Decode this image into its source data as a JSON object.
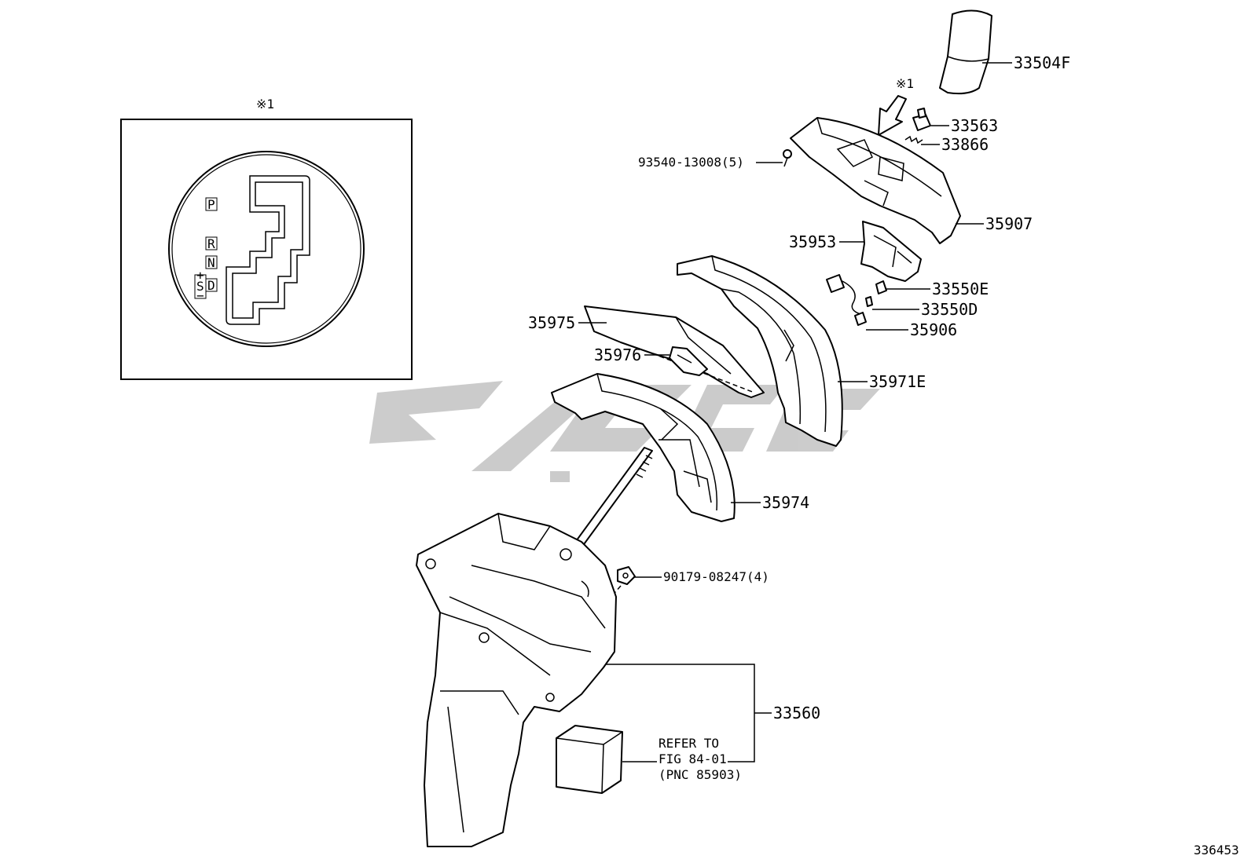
{
  "watermark": {
    "color": "#c9c9c9"
  },
  "inset": {
    "mark": "※1",
    "gate_letters": [
      "P",
      "R",
      "N",
      "D",
      "S",
      "+",
      "−"
    ]
  },
  "arrow_mark": "※1",
  "labels": {
    "knob": "33504F",
    "p33563": "33563",
    "p33866": "33866",
    "screw": "93540-13008(5)",
    "p35907": "35907",
    "p35953": "35953",
    "p33550E": "33550E",
    "p33550D": "33550D",
    "p35906": "35906",
    "p35975": "35975",
    "p35976": "35976",
    "p35971E": "35971E",
    "p35974": "35974",
    "nut": "90179-08247(4)",
    "p33560": "33560",
    "refer_line1": "REFER TO",
    "refer_line2": "FIG 84-01",
    "refer_line3": "(PNC 85903)"
  },
  "figure_id": "336453"
}
